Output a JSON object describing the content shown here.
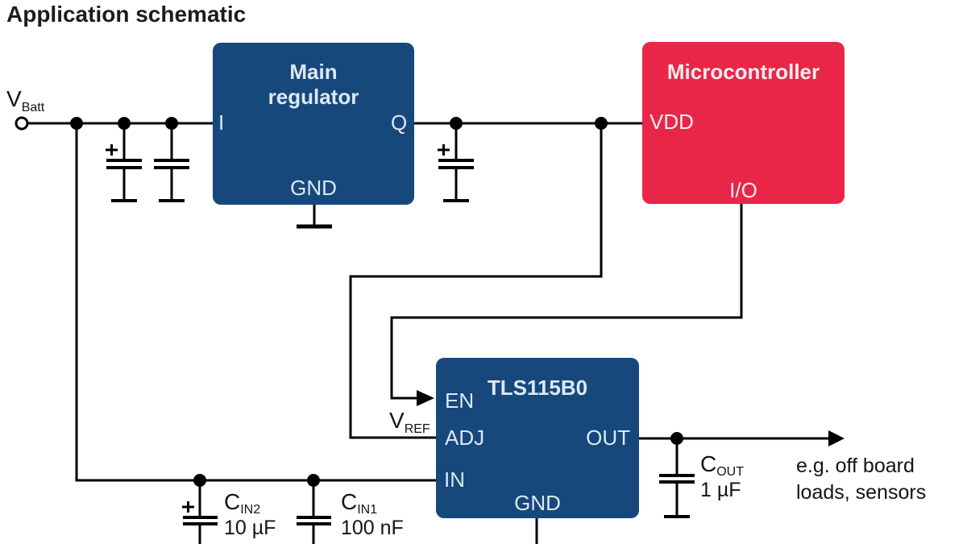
{
  "title": "Application schematic",
  "colors": {
    "blue": "#17487b",
    "red": "#e92647",
    "wire": "#000000"
  },
  "blocks": {
    "main_regulator": {
      "name_line1": "Main",
      "name_line2": "regulator",
      "pins": {
        "input": "I",
        "output": "Q",
        "ground": "GND"
      }
    },
    "microcontroller": {
      "name": "Microcontroller",
      "pins": {
        "supply": "VDD",
        "io": "I/O"
      }
    },
    "tracker": {
      "name": "TLS115B0",
      "pins": {
        "enable": "EN",
        "adjust": "ADJ",
        "input": "IN",
        "output": "OUT",
        "ground": "GND"
      }
    }
  },
  "labels": {
    "vbatt": {
      "base": "V",
      "sub": "Batt"
    },
    "vref": {
      "base": "V",
      "sub": "REF"
    },
    "cin2": {
      "base": "C",
      "sub": "IN2",
      "value": "10 µF"
    },
    "cin1": {
      "base": "C",
      "sub": "IN1",
      "value": "100 nF"
    },
    "cout": {
      "base": "C",
      "sub": "OUT",
      "value": "1 µF"
    },
    "load_note": {
      "line1": "e.g. off board",
      "line2": "loads, sensors"
    }
  }
}
